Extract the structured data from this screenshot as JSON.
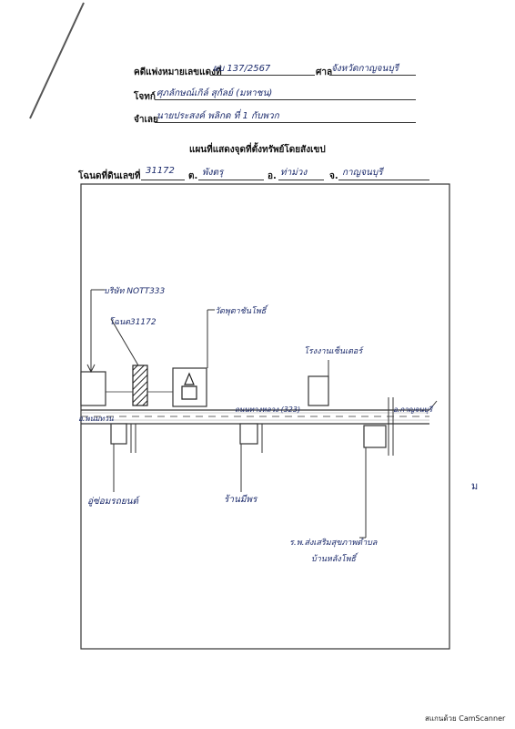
{
  "header": {
    "case_label": "คดีแพ่งหมายเลขแดงที่",
    "case_number": "ผบ 137/2567",
    "court_label": "ศาล",
    "court_name": "จังหวัดกาญจนบุรี",
    "plaintiff_label": "โจทก์",
    "plaintiff_name": "ศุภลักษณ์เกิล์ สุกัลย์ (มหาชน)",
    "defendant_label": "จำเลย",
    "defendant_name": "นายประสงค์ พลิกด ที่ 1 กับพวก"
  },
  "map_title": "แผนที่แสดงจุดที่ตั้งทรัพย์โดยสังเขป",
  "deed": {
    "label": "โฉนดที่ดินเลขที่",
    "number": "31172",
    "subdistrict_prefix": "ต.",
    "subdistrict": "พังตรุ",
    "district_prefix": "อ.",
    "district": "ท่าม่วง",
    "province_prefix": "จ.",
    "province": "กาญจนบุรี"
  },
  "map": {
    "label_company": "บริษัท NOTT333",
    "label_plot": "โฉนด31172",
    "label_temple": "วัดพุตาชันโพธิ์",
    "label_factory": "โรงงานเซ็นเตอร์",
    "label_road": "ถนนทางหลวง (323)",
    "label_road_left": "อ.พนมทวน",
    "label_road_right": "อ.กาญจนบุรี",
    "label_garage": "อู่ซ่อมรถยนต์",
    "label_shop": "ร้านมีพร",
    "label_hospital_1": "ร.พ.ส่งเสริมสุขภาพตำบล",
    "label_hospital_2": "บ้านหลังโพธิ์",
    "north_mark": "ม"
  },
  "footer": {
    "scanner": "สแกนด้วย CamScanner"
  }
}
